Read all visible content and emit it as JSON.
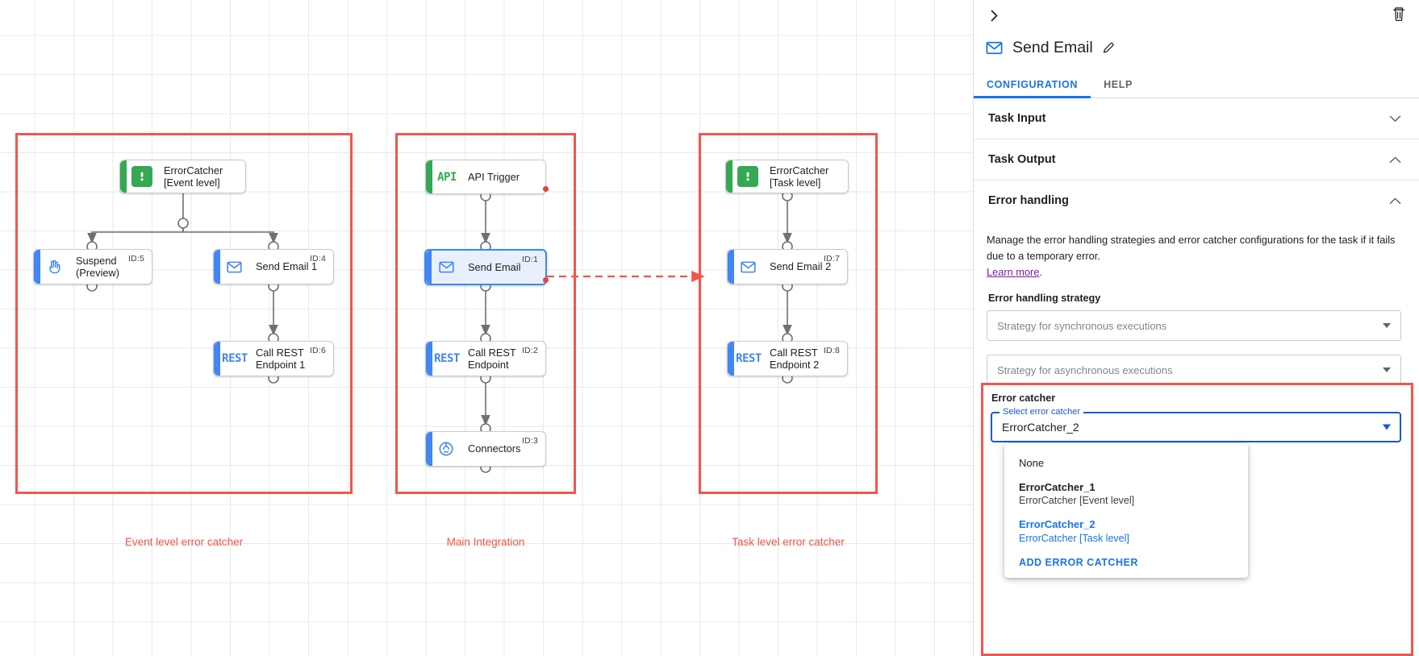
{
  "canvas": {
    "groups": [
      {
        "caption": "Event level error catcher"
      },
      {
        "caption": "Main Integration"
      },
      {
        "caption": "Task level error catcher"
      }
    ],
    "nodes": [
      {
        "id": "errorcatcher-event",
        "label": "ErrorCatcher\n[Event level]",
        "icon": "error-catcher-icon",
        "idtag": ""
      },
      {
        "id": "suspend",
        "label": "Suspend\n(Preview)",
        "icon": "hand-icon",
        "idtag": "ID:5"
      },
      {
        "id": "send-email-1",
        "label": "Send Email 1",
        "icon": "email-icon",
        "idtag": "ID:4"
      },
      {
        "id": "call-rest-1",
        "label": "Call REST\nEndpoint 1",
        "icon": "rest-icon",
        "idtag": "ID:6"
      },
      {
        "id": "api-trigger",
        "label": "API Trigger",
        "icon": "api-icon",
        "idtag": ""
      },
      {
        "id": "send-email",
        "label": "Send Email",
        "icon": "email-icon",
        "idtag": "ID:1"
      },
      {
        "id": "call-rest",
        "label": "Call REST\nEndpoint",
        "icon": "rest-icon",
        "idtag": "ID:2"
      },
      {
        "id": "connectors",
        "label": "Connectors",
        "icon": "connectors-icon",
        "idtag": "ID:3"
      },
      {
        "id": "errorcatcher-task",
        "label": "ErrorCatcher\n[Task level]",
        "icon": "error-catcher-icon",
        "idtag": ""
      },
      {
        "id": "send-email-2",
        "label": "Send Email 2",
        "icon": "email-icon",
        "idtag": "ID:7"
      },
      {
        "id": "call-rest-2",
        "label": "Call REST\nEndpoint 2",
        "icon": "rest-icon",
        "idtag": "ID:8"
      }
    ],
    "icon_text": {
      "rest": "REST",
      "api": "API"
    }
  },
  "panel": {
    "collapse_icon": "chevron-right-icon",
    "delete_icon": "trash-icon",
    "title": "Send Email",
    "title_icon": "email-icon",
    "edit_icon": "pencil-icon",
    "tabs": [
      {
        "label": "CONFIGURATION",
        "active": true
      },
      {
        "label": "HELP",
        "active": false
      }
    ],
    "sections": [
      {
        "title": "Task Input",
        "expanded": false
      },
      {
        "title": "Task Output",
        "expanded": true
      }
    ],
    "error_handling": {
      "title": "Error handling",
      "description": "Manage the error handling strategies and error catcher configurations for the task if it fails due to a temporary error.",
      "learn_more": "Learn more",
      "learn_more_period": ".",
      "strategy_label": "Error handling strategy",
      "sync_placeholder": "Strategy for synchronous executions",
      "async_placeholder": "Strategy for asynchronous executions"
    },
    "error_catcher": {
      "label": "Error catcher",
      "float_label": "Select error catcher",
      "value": "ErrorCatcher_2",
      "options": [
        {
          "primary": "None",
          "secondary": "",
          "selected": false,
          "bold": false
        },
        {
          "primary": "ErrorCatcher_1",
          "secondary": "ErrorCatcher [Event level]",
          "selected": false,
          "bold": true
        },
        {
          "primary": "ErrorCatcher_2",
          "secondary": "ErrorCatcher [Task level]",
          "selected": true,
          "bold": true
        }
      ],
      "add_label": "ADD ERROR CATCHER"
    }
  },
  "colors": {
    "accent_blue": "#4285f4",
    "accent_green": "#34a853",
    "highlight_red": "#f4554a",
    "link_purple": "#7b1fa2",
    "tab_blue": "#1a73e8"
  }
}
